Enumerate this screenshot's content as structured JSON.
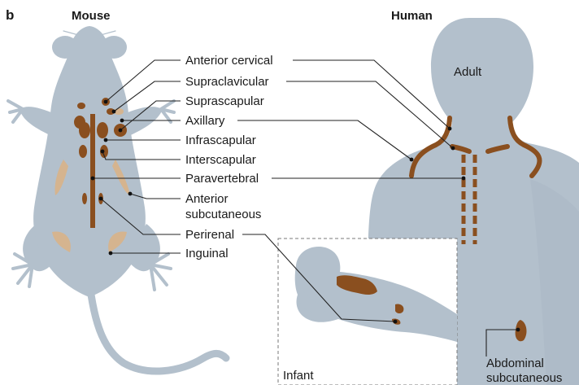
{
  "figure": {
    "panel_letter": "b",
    "mouse_heading": "Mouse",
    "human_heading": "Human",
    "adult_label": "Adult",
    "infant_label": "Infant",
    "labels": {
      "anterior_cervical": "Anterior cervical",
      "supraclavicular": "Supraclavicular",
      "suprascapular": "Suprascapular",
      "axillary": "Axillary",
      "infrascapular": "Infrascapular",
      "interscapular": "Interscapular",
      "paravertebral": "Paravertebral",
      "anterior_subcutaneous_1": "Anterior",
      "anterior_subcutaneous_2": "subcutaneous",
      "perirenal": "Perirenal",
      "inguinal": "Inguinal",
      "abdominal_subcutaneous_1": "Abdominal",
      "abdominal_subcutaneous_2": "subcutaneous"
    },
    "colors": {
      "silhouette": "#b3c0cc",
      "brown_fat": "#8a4f1f",
      "beige_fat": "#d5b48f",
      "leader_line": "#222222"
    }
  }
}
